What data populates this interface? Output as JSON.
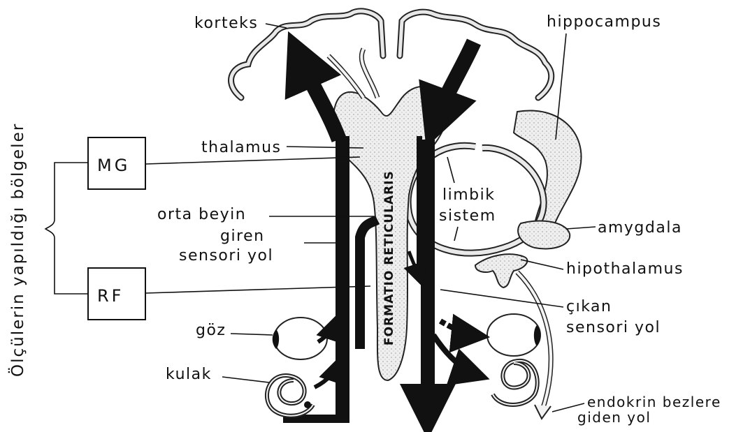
{
  "side_label": "Ölçülerin yapıldığı bölgeler",
  "boxes": {
    "mg": "MG",
    "rf": "RF"
  },
  "labels": {
    "korteks": "korteks",
    "hippocampus": "hippocampus",
    "thalamus": "thalamus",
    "limbik_line1": "limbik",
    "limbik_line2": "sistem",
    "orta_beyin": "orta beyin",
    "giren_line1": "giren",
    "giren_line2": "sensori yol",
    "amygdala": "amygdala",
    "hipothalamus": "hipothalamus",
    "cikan_line1": "çıkan",
    "cikan_line2": "sensori yol",
    "goz": "göz",
    "kulak": "kulak",
    "endokrin_line1": "endokrin bezlere",
    "endokrin_line2": "giden yol",
    "formatio": "FORMATIO RETICULARIS"
  }
}
